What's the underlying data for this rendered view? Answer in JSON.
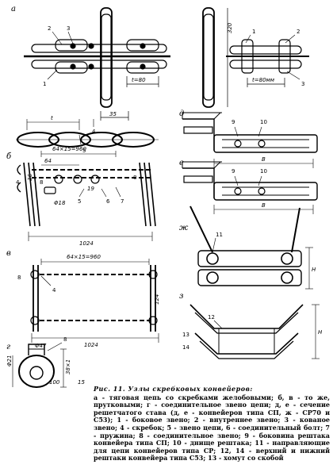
{
  "panel_letters": {
    "a": "а",
    "b": "б",
    "v": "в",
    "g": "г",
    "d": "д",
    "e": "е",
    "zh": "ж",
    "z": "з"
  },
  "dimensions": {
    "h320": "320",
    "t80": "t=80",
    "t80mm": "t=80мм",
    "d35": "35",
    "t": "t",
    "pitch_b": "64×15=960",
    "len_b": "1024",
    "d64": "64",
    "d36": "36",
    "d18": "Φ18",
    "d19": "19",
    "pitch_v": "64×15=960",
    "len_v": "1024",
    "d124": "124",
    "len_d": "B",
    "len_e": "B",
    "H_zh": "H",
    "H_z": "H",
    "d21": "Φ21",
    "d47": "Φ47",
    "d38": "38×1",
    "d100": "100",
    "d15": "15"
  },
  "callouts": {
    "a2": "2",
    "a3": "3",
    "a1": "1",
    "a1b": "1",
    "a2b": "2",
    "a3b": "3",
    "a4": "4",
    "a5": "5",
    "b4": "4",
    "b8": "8",
    "b5": "5",
    "b6": "6",
    "b7": "7",
    "b8b": "8",
    "d9": "9",
    "d10": "10",
    "e9": "9",
    "e10": "10",
    "zh11": "11",
    "z12": "12",
    "z13": "13",
    "z14": "14",
    "v4": "4",
    "v8": "8",
    "g8": "8"
  },
  "caption": {
    "title": "Рис. 11. Узлы скребковых конвейеров:",
    "body": "а - тяговая цепь со скребками желобовыми; б, в - то же, прутковыми; г - соединительное звено цепи; д, е - сечение решетчатого става (д, е - конвейеров типа СП, ж - СР70 и С53); 1 - боковое звено; 2 - внутреннее звено; 3 - кованое звено; 4 - скребок; 5 - звено цепи, 6 - соединительный болт; 7 - пружина; 8 - соединительное звено; 9 - боковина рештака конвейера типа СП; 10 - днище рештака; 11 - направляющие для цепи конвейеров типа СР; 12, 14 - верхний и нижний рештаки конвейера типа С53; 13 - хомут со скобой"
  }
}
